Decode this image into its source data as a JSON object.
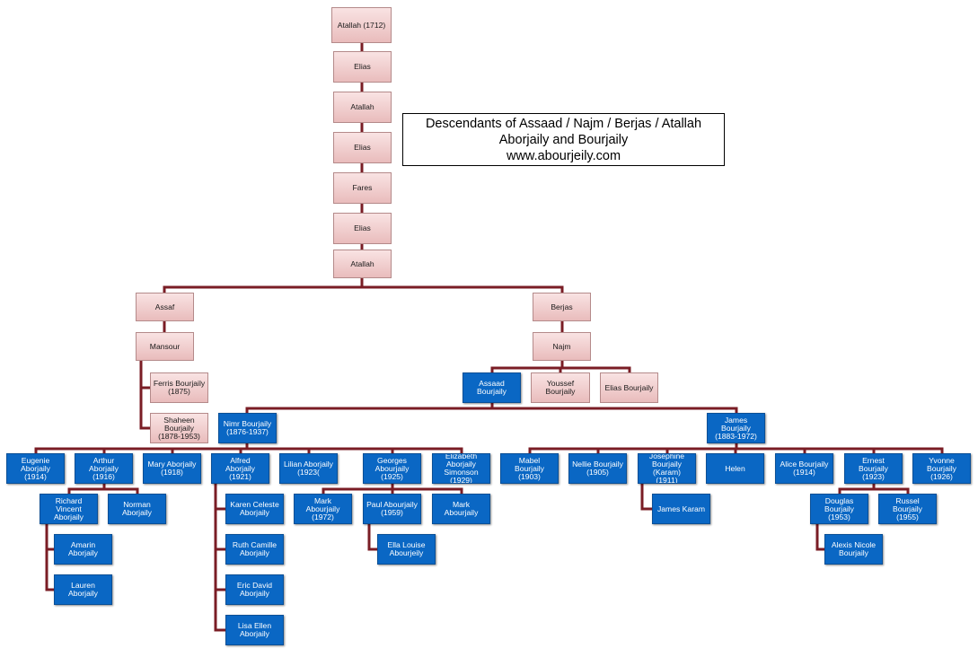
{
  "title": {
    "line1": "Descendants of Assaad / Najm / Berjas / Atallah",
    "line2": "Aborjaily and Bourjaily",
    "line3": "www.abourjeily.com"
  },
  "colors": {
    "connector": "#7a1d25",
    "ancestor_fill": "#f2cdcd",
    "descendant_fill": "#0a67c4"
  },
  "nodes": [
    {
      "id": "atallah1712",
      "label": "Atallah (1712)",
      "style": "pink"
    },
    {
      "id": "elias1",
      "label": "Elias",
      "style": "pink"
    },
    {
      "id": "atallah2",
      "label": "Atallah",
      "style": "pink"
    },
    {
      "id": "elias2",
      "label": "Elias",
      "style": "pink"
    },
    {
      "id": "fares",
      "label": "Fares",
      "style": "pink"
    },
    {
      "id": "elias3",
      "label": "Elias",
      "style": "pink"
    },
    {
      "id": "atallah3",
      "label": "Atallah",
      "style": "pink"
    },
    {
      "id": "assaf",
      "label": "Assaf",
      "style": "pink"
    },
    {
      "id": "berjas",
      "label": "Berjas",
      "style": "pink"
    },
    {
      "id": "mansour",
      "label": "Mansour",
      "style": "pink"
    },
    {
      "id": "najm",
      "label": "Najm",
      "style": "pink"
    },
    {
      "id": "ferris",
      "label": "Ferris Bourjaily\n(1875)",
      "style": "pink"
    },
    {
      "id": "shaheen",
      "label": "Shaheen\nBourjaily\n(1878-1953)",
      "style": "pink"
    },
    {
      "id": "assaad",
      "label": "Assaad\nBourjaily",
      "style": "blue"
    },
    {
      "id": "youssef",
      "label": "Youssef\nBourjaily",
      "style": "pink"
    },
    {
      "id": "eliasb",
      "label": "Elias Bourjaily",
      "style": "pink"
    },
    {
      "id": "nimr",
      "label": "Nimr Bourjaily\n(1876-1937)",
      "style": "blue"
    },
    {
      "id": "james",
      "label": "James\nBourjaily\n(1883-1972)",
      "style": "blue"
    },
    {
      "id": "eugenie",
      "label": "Eugenie\nAborjaily\n(1914)",
      "style": "blue"
    },
    {
      "id": "arthur",
      "label": "Arthur\nAborjaily\n(1916)",
      "style": "blue"
    },
    {
      "id": "mary",
      "label": "Mary Aborjaily\n(1918)",
      "style": "blue"
    },
    {
      "id": "alfred",
      "label": "Alfred\nAborjaily\n(1921)",
      "style": "blue"
    },
    {
      "id": "lilian",
      "label": "Lilian Aborjaily\n(1923(",
      "style": "blue"
    },
    {
      "id": "georges",
      "label": "Georges\nAbourjaily\n(1925)",
      "style": "blue"
    },
    {
      "id": "elizabeth",
      "label": "Elizabeth\nAborjaily\nSimonson\n(1929)",
      "style": "blue"
    },
    {
      "id": "mabel",
      "label": "Mabel\nBourjaily\n(1903)",
      "style": "blue"
    },
    {
      "id": "nellie",
      "label": "Nellie Bourjaily\n(1905)",
      "style": "blue"
    },
    {
      "id": "josephine",
      "label": "Josephine\nBourjaily\n(Karam)\n(1911)",
      "style": "blue"
    },
    {
      "id": "helen",
      "label": "Helen",
      "style": "blue"
    },
    {
      "id": "alice",
      "label": "Alice Bourjaily\n(1914)",
      "style": "blue"
    },
    {
      "id": "ernest",
      "label": "Ernest\nBourjaily\n(1923)",
      "style": "blue"
    },
    {
      "id": "yvonne",
      "label": "Yvonne\nBourjaily\n(1926)",
      "style": "blue"
    },
    {
      "id": "richard",
      "label": "Richard\nVincent\nAborjaily",
      "style": "blue"
    },
    {
      "id": "norman",
      "label": "Norman\nAborjaily",
      "style": "blue"
    },
    {
      "id": "amarin",
      "label": "Amarin\nAborjaily",
      "style": "blue"
    },
    {
      "id": "lauren",
      "label": "Lauren\nAborjaily",
      "style": "blue"
    },
    {
      "id": "karen",
      "label": "Karen  Celeste\nAborjaily",
      "style": "blue"
    },
    {
      "id": "ruth",
      "label": "Ruth Camille\nAborjaily",
      "style": "blue"
    },
    {
      "id": "eric",
      "label": "Eric David\nAborjaily",
      "style": "blue"
    },
    {
      "id": "lisa",
      "label": "Lisa Ellen\nAborjaily",
      "style": "blue"
    },
    {
      "id": "markg",
      "label": "Mark\nAbourjaily\n(1972)",
      "style": "blue"
    },
    {
      "id": "paul",
      "label": "Paul Abourjaily\n(1959)",
      "style": "blue"
    },
    {
      "id": "marke",
      "label": "Mark\nAbourjaily",
      "style": "blue"
    },
    {
      "id": "ella",
      "label": "Ella Louise\nAbourjeily",
      "style": "blue"
    },
    {
      "id": "jameskaram",
      "label": "James Karam",
      "style": "blue"
    },
    {
      "id": "douglas",
      "label": "Douglas\nBourjaily\n(1953)",
      "style": "blue"
    },
    {
      "id": "russel",
      "label": "Russel\nBourjaily\n(1955)",
      "style": "blue"
    },
    {
      "id": "alexis",
      "label": "Alexis Nicole\nBourjaily",
      "style": "blue"
    }
  ]
}
